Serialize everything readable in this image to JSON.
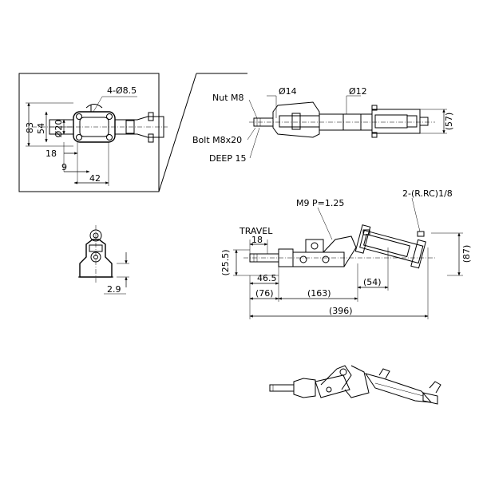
{
  "top_view": {
    "hole": "4-Ø8.5",
    "height_outer": "83",
    "height_inner": "54",
    "dia": "Ø20",
    "d18": "18",
    "d9": "9",
    "d42": "42"
  },
  "callouts": {
    "nut": "Nut M8",
    "bolt": "Bolt M8x20",
    "deep": "DEEP 15",
    "dia14": "Ø14",
    "dia12": "Ø12",
    "h57": "(57)"
  },
  "end_view": {
    "d29": "2.9"
  },
  "side_view": {
    "thread": "M9 P=1.25",
    "port": "2-(R.RC)1/8",
    "travel": "TRAVEL",
    "t18": "18",
    "h255": "(25.5)",
    "d465": "46.5",
    "d76": "(76)",
    "d163": "(163)",
    "d54": "(54)",
    "d396": "(396)",
    "d87": "(87)"
  }
}
